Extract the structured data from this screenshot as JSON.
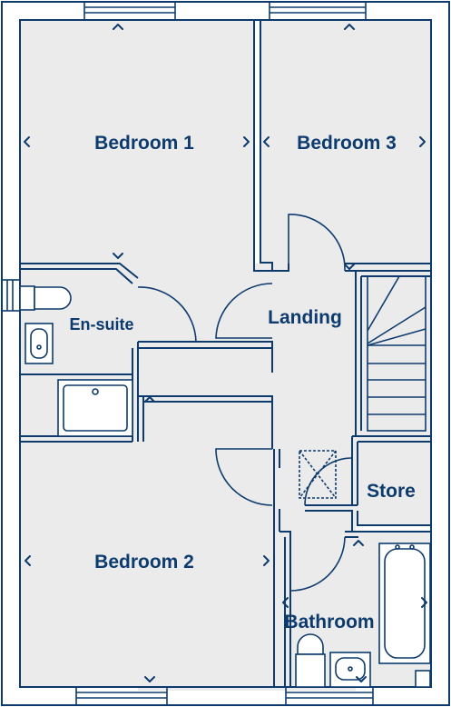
{
  "rooms": {
    "bedroom1": "Bedroom 1",
    "bedroom2": "Bedroom 2",
    "bedroom3": "Bedroom 3",
    "ensuite": "En-suite",
    "landing": "Landing",
    "store": "Store",
    "bathroom": "Bathroom"
  },
  "colors": {
    "line": "#0d3b6e",
    "floor": "#ebebeb",
    "background": "#ffffff"
  }
}
